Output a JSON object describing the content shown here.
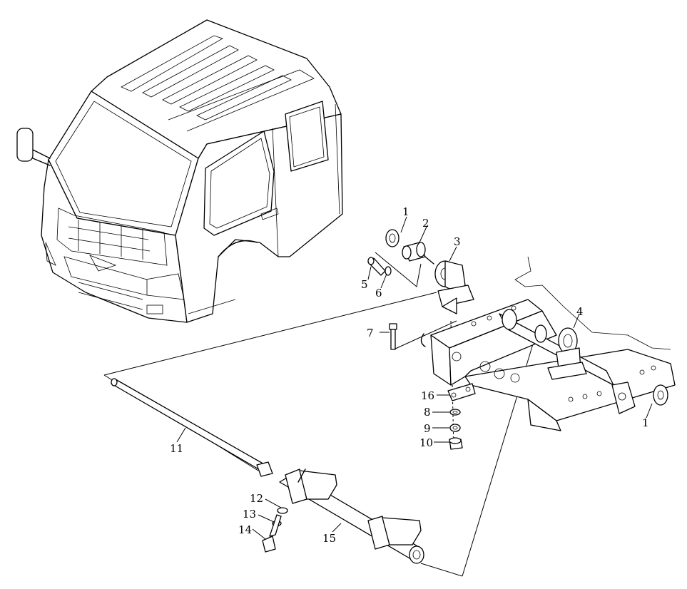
{
  "callouts": [
    {
      "id": "c1a",
      "text": "1"
    },
    {
      "id": "c2",
      "text": "2"
    },
    {
      "id": "c3",
      "text": "3"
    },
    {
      "id": "c4",
      "text": "4"
    },
    {
      "id": "c5",
      "text": "5"
    },
    {
      "id": "c6",
      "text": "6"
    },
    {
      "id": "c7",
      "text": "7"
    },
    {
      "id": "c16",
      "text": "16"
    },
    {
      "id": "c8",
      "text": "8"
    },
    {
      "id": "c9",
      "text": "9"
    },
    {
      "id": "c10",
      "text": "10"
    },
    {
      "id": "c1b",
      "text": "1"
    },
    {
      "id": "c11",
      "text": "11"
    },
    {
      "id": "c12",
      "text": "12"
    },
    {
      "id": "c13",
      "text": "13"
    },
    {
      "id": "c14",
      "text": "14"
    },
    {
      "id": "c15",
      "text": "15"
    }
  ]
}
